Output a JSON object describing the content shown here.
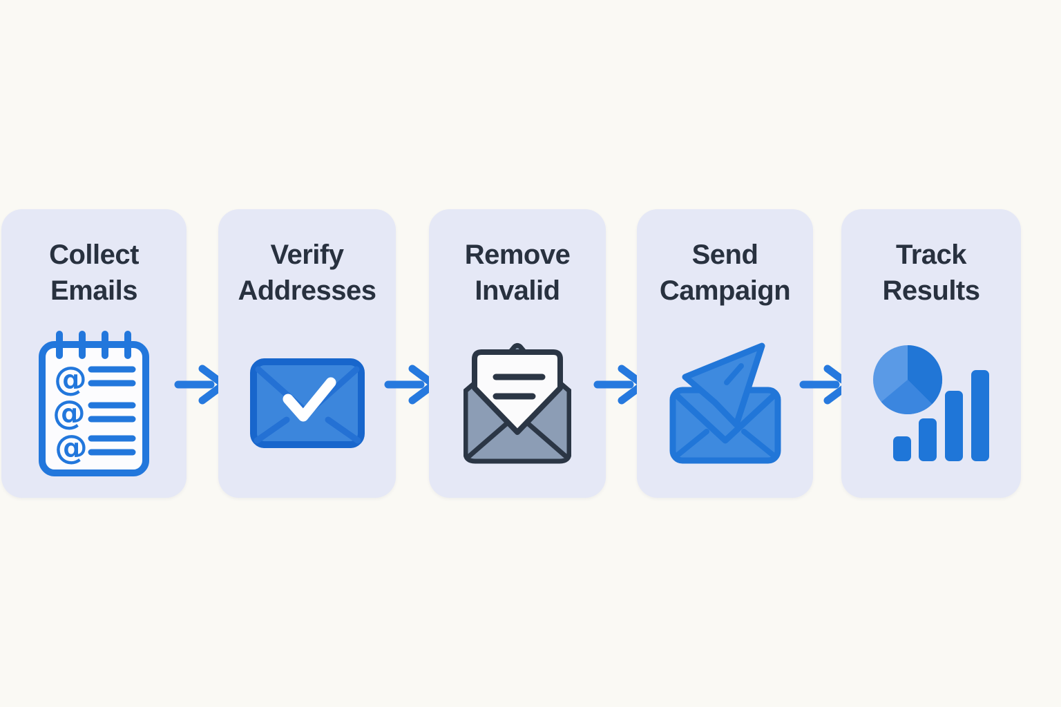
{
  "diagram": {
    "type": "process-flow",
    "direction": "left-to-right",
    "step_count": 5
  },
  "steps": [
    {
      "line1": "Collect",
      "line2": "Emails",
      "icon": "notepad-emails-icon"
    },
    {
      "line1": "Verify",
      "line2": "Addresses",
      "icon": "envelope-check-icon"
    },
    {
      "line1": "Remove",
      "line2": "Invalid",
      "icon": "open-envelope-letter-icon"
    },
    {
      "line1": "Send",
      "line2": "Campaign",
      "icon": "envelope-paper-plane-icon"
    },
    {
      "line1": "Track",
      "line2": "Results",
      "icon": "pie-and-bar-chart-icon"
    }
  ],
  "connectors": {
    "icon": "arrow-right-icon",
    "count": 4,
    "color": "#2679DE"
  },
  "icons": {
    "at_symbol": "@"
  },
  "colors": {
    "page_background": "#FAF9F4",
    "card_background": "#E5E8F6",
    "title_text": "#28313F",
    "accent_blue": "#2277DC",
    "envelope_fill_blue": "#3C86DC",
    "envelope_border_blue": "#1866CC",
    "send_fill_blue": "#3E8ADF",
    "outline_navy": "#2B3645",
    "gray_envelope": "#8C9DB5",
    "pie_dark": "#2176D6",
    "pie_medium": "#3B86DF",
    "pie_light": "#5A9AE6",
    "bar_blue": "#1F76D8",
    "check_white": "#FFFFFF"
  }
}
